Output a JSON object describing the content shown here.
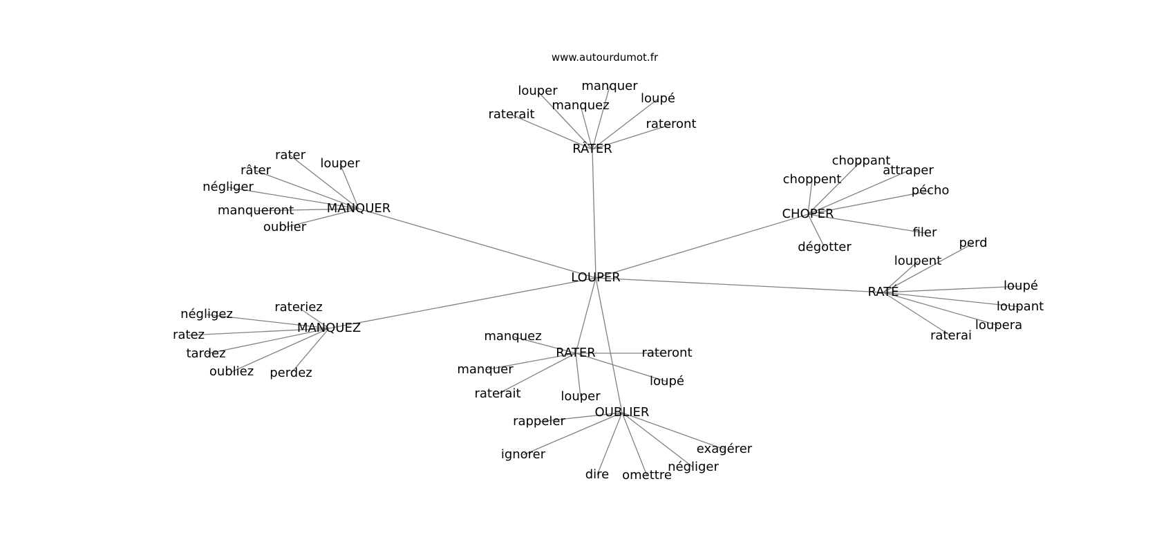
{
  "source_label": "www.autourdumot.fr",
  "center": "LOUPER",
  "clusters": [
    {
      "hub": "RÂTER",
      "words": [
        "louper",
        "manquer",
        "manquez",
        "loupé",
        "raterait",
        "rateront"
      ]
    },
    {
      "hub": "MANQUER",
      "words": [
        "rater",
        "louper",
        "râter",
        "négliger",
        "manqueront",
        "oublier"
      ]
    },
    {
      "hub": "CHOPER",
      "words": [
        "choppant",
        "attraper",
        "choppent",
        "pécho",
        "filer",
        "dégotter"
      ]
    },
    {
      "hub": "RATÉ",
      "words": [
        "perd",
        "loupent",
        "loupé",
        "loupant",
        "loupera",
        "raterai"
      ]
    },
    {
      "hub": "MANQUEZ",
      "words": [
        "rateriez",
        "négligez",
        "ratez",
        "tardez",
        "oubliez",
        "perdez"
      ]
    },
    {
      "hub": "RATER",
      "words": [
        "manquez",
        "rateront",
        "manquer",
        "loupé",
        "raterait",
        "louper"
      ]
    },
    {
      "hub": "OUBLIER",
      "words": [
        "rappeler",
        "exagérer",
        "ignorer",
        "négliger",
        "dire",
        "omettre"
      ]
    }
  ]
}
